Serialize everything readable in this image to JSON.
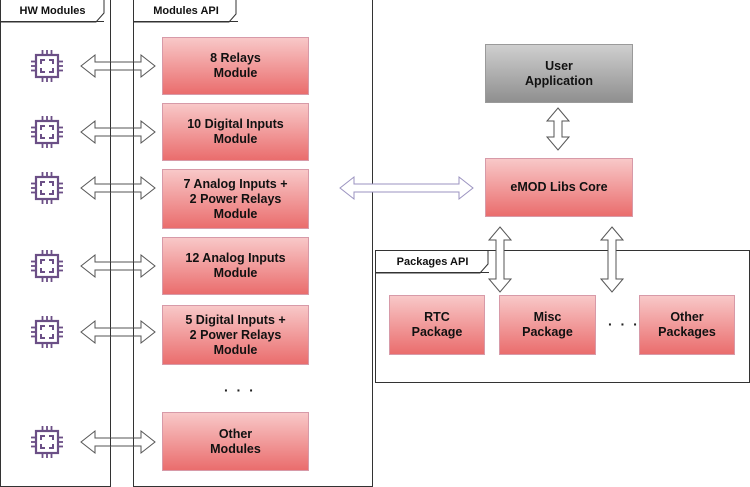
{
  "hw_modules": {
    "title": "HW Modules",
    "chip_icon_count": 6
  },
  "modules_api": {
    "title": "Modules API",
    "modules": [
      {
        "label": "8 Relays\nModule"
      },
      {
        "label": "10 Digital Inputs\nModule"
      },
      {
        "label": "7 Analog Inputs +\n2 Power Relays\nModule"
      },
      {
        "label": "12 Analog Inputs\nModule"
      },
      {
        "label": "5 Digital Inputs +\n2 Power Relays\nModule"
      },
      {
        "label": "Other\nModules"
      }
    ],
    "ellipsis": "· · ·"
  },
  "user_application": {
    "label": "User\nApplication"
  },
  "core": {
    "label": "eMOD Libs Core"
  },
  "packages_api": {
    "title": "Packages API",
    "packages": [
      {
        "label": "RTC\nPackage"
      },
      {
        "label": "Misc\nPackage"
      },
      {
        "label": "Other\nPackages"
      }
    ],
    "ellipsis": "· · ·"
  },
  "colors": {
    "module_fill_top": "#f8c8c8",
    "module_fill_bottom": "#ea6d6d",
    "app_fill_top": "#cfcfcf",
    "app_fill_bottom": "#8f8f8f",
    "chip_icon": "#6b4f86",
    "link_arrow": "#9b93c0"
  }
}
